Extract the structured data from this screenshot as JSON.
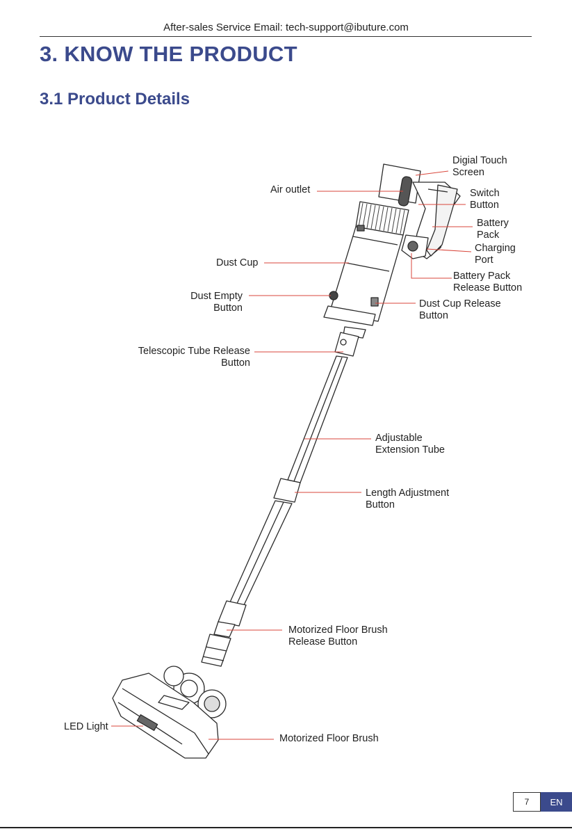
{
  "header": {
    "email_line": "After-sales Service Email: tech-support@ibuture.com"
  },
  "section_title": "3. KNOW THE PRODUCT",
  "subsection_title": "3.1 Product Details",
  "labels": {
    "digital_touch_screen": [
      "Digial Touch",
      "Screen"
    ],
    "air_outlet": [
      "Air outlet"
    ],
    "switch_button": [
      "Switch",
      "Button"
    ],
    "battery_pack": [
      "Battery",
      "Pack"
    ],
    "charging_port": [
      "Charging",
      "Port"
    ],
    "dust_cup": [
      "Dust Cup"
    ],
    "battery_pack_release": [
      "Battery Pack",
      "Release Button"
    ],
    "dust_empty_button": [
      "Dust Empty",
      "Button"
    ],
    "dust_cup_release": [
      "Dust Cup Release",
      "Button"
    ],
    "telescopic_tube_release": [
      "Telescopic Tube Release",
      "Button"
    ],
    "adjustable_tube": [
      "Adjustable",
      "Extension Tube"
    ],
    "length_adjustment": [
      "Length Adjustment",
      "Button"
    ],
    "floor_brush_release": [
      "Motorized Floor Brush",
      "Release Button"
    ],
    "led_light": [
      "LED Light"
    ],
    "floor_brush": [
      "Motorized Floor Brush"
    ]
  },
  "colors": {
    "heading": "#3b4a8c",
    "leader_line": "#d9463b"
  },
  "footer": {
    "page_number": "7",
    "language": "EN"
  }
}
